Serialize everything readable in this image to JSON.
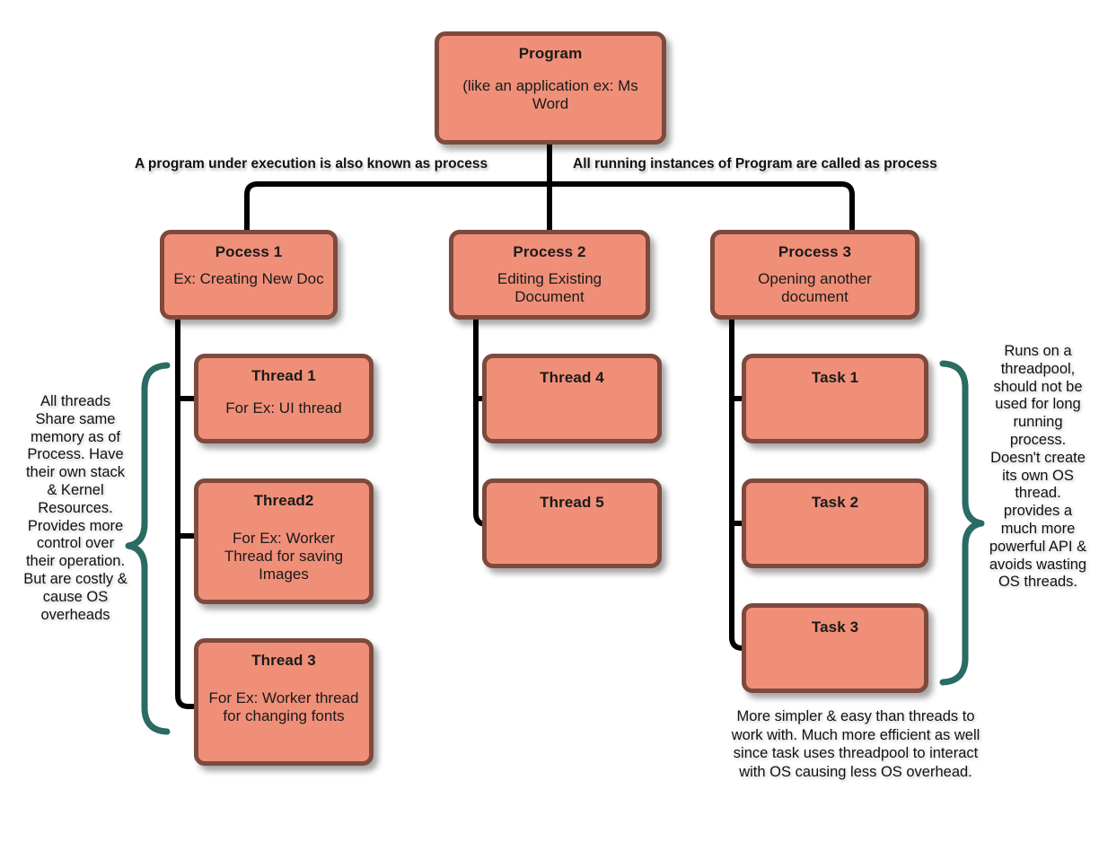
{
  "diagram": {
    "title_node": {
      "title": "Program",
      "body": "(like an application ex:  Ms Word"
    },
    "edge_labels": {
      "left": "A program under execution is also known as process",
      "right": "All running instances of Program are called as process"
    },
    "processes": [
      {
        "title": "Pocess 1",
        "body": "Ex: Creating New Doc"
      },
      {
        "title": "Process 2",
        "body": "Editing Existing Document"
      },
      {
        "title": "Process 3",
        "body": "Opening another document"
      }
    ],
    "threads_p1": [
      {
        "title": "Thread 1",
        "body": "For Ex: UI thread"
      },
      {
        "title": "Thread2",
        "body": "For Ex: Worker Thread for saving Images"
      },
      {
        "title": "Thread 3",
        "body": "For Ex: Worker thread for changing fonts"
      }
    ],
    "threads_p2": [
      {
        "title": "Thread 4",
        "body": ""
      },
      {
        "title": "Thread 5",
        "body": ""
      }
    ],
    "tasks_p3": [
      {
        "title": "Task 1",
        "body": ""
      },
      {
        "title": "Task 2",
        "body": ""
      },
      {
        "title": "Task 3",
        "body": ""
      }
    ],
    "notes": {
      "threads_note": "All threads Share same memory as of Process. Have their own stack & Kernel Resources. Provides more control over their operation. But are costly & cause OS overheads",
      "tasks_note": "Runs on a threadpool, should not be used for long running process. Doesn't create its own OS thread. provides a much more powerful API & avoids wasting OS threads.",
      "tasks_bottom_note": "More simpler & easy than threads to work with. Much more efficient as well since task uses threadpool to interact with OS causing less OS overhead."
    },
    "colors": {
      "box_fill": "#f08f78",
      "box_border": "#7e4a3e",
      "connector": "#000000",
      "brace": "#2a6b63",
      "background": "#ffffff",
      "text": "#1a1a1a"
    }
  }
}
